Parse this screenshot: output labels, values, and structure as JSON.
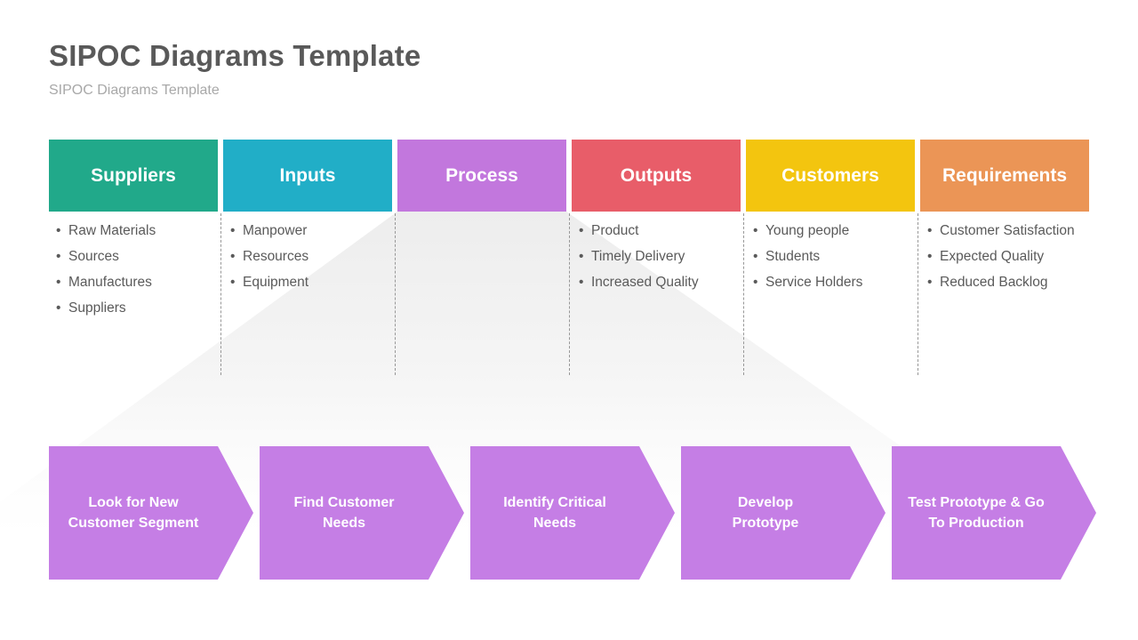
{
  "slide": {
    "title": "SIPOC Diagrams Template",
    "subtitle": "SIPOC Diagrams Template",
    "title_color": "#595959",
    "subtitle_color": "#a8a8a8",
    "body_text_color": "#5a5a5a",
    "separator_color": "#979797",
    "funnel_top_color": "#ededed",
    "funnel_bottom_color": "#fbfbfb"
  },
  "sipoc": {
    "columns": [
      {
        "label": "Suppliers",
        "color": "#21a98a",
        "items": [
          "Raw Materials",
          "Sources",
          "Manufactures",
          "Suppliers"
        ]
      },
      {
        "label": "Inputs",
        "color": "#21aec7",
        "items": [
          "Manpower",
          "Resources",
          "Equipment"
        ]
      },
      {
        "label": "Process",
        "color": "#c277dd",
        "items": []
      },
      {
        "label": "Outputs",
        "color": "#e85d69",
        "items": [
          "Product",
          "Timely Delivery",
          "Increased Quality"
        ]
      },
      {
        "label": "Customers",
        "color": "#f3c50f",
        "items": [
          "Young people",
          "Students",
          "Service Holders"
        ]
      },
      {
        "label": "Requirements",
        "color": "#eb9556",
        "items": [
          "Customer Satisfaction",
          "Expected Quality",
          "Reduced Backlog"
        ]
      }
    ]
  },
  "process_steps": {
    "color": "#c57ee5",
    "steps": [
      {
        "lines": [
          "Look for New",
          "Customer Segment"
        ]
      },
      {
        "lines": [
          "Find Customer",
          "Needs"
        ]
      },
      {
        "lines": [
          "Identify Critical",
          "Needs"
        ]
      },
      {
        "lines": [
          "Develop",
          "Prototype"
        ]
      },
      {
        "lines": [
          "Test Prototype & Go",
          "To Production"
        ]
      }
    ]
  }
}
